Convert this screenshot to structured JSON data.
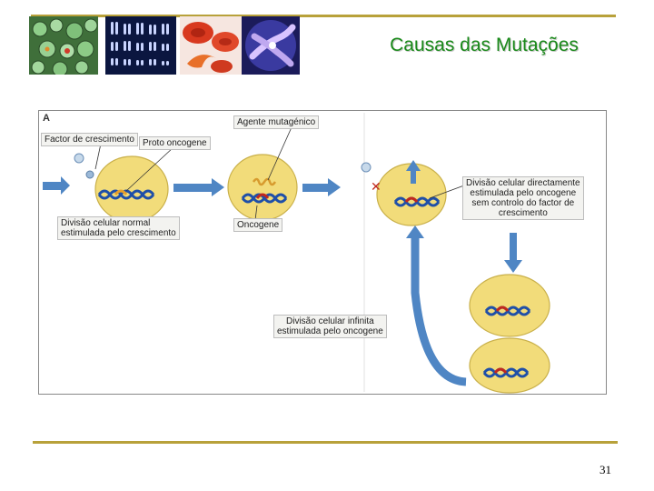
{
  "slide": {
    "title": "Causas das Mutações",
    "page_number": "31"
  },
  "figure": {
    "panel_letter": "A",
    "labels": {
      "growth_factor": "Factor de crescimento",
      "proto_oncogene": "Proto oncogene",
      "mutagenic_agent": "Agente mutagénico",
      "normal_division_line1": "Divisão celular normal",
      "normal_division_line2": "estimulada pelo crescimento",
      "oncogene": "Oncogene",
      "direct_division_line1": "Divisão celular directamente",
      "direct_division_line2": "estimulada pelo oncogene",
      "direct_division_line3": "sem controlo do factor de",
      "direct_division_line4": "crescimento",
      "infinite_division_line1": "Divisão celular infinita",
      "infinite_division_line2": "estimulada pelo oncogene"
    }
  },
  "colors": {
    "accent_rule": "#b8a13a",
    "title_green": "#1a8a1a",
    "cell_fill": "#f2dc7a",
    "arrow_blue": "#4f86c4",
    "dna_blue": "#1f4fa8",
    "mutation_red": "#c0281e"
  }
}
